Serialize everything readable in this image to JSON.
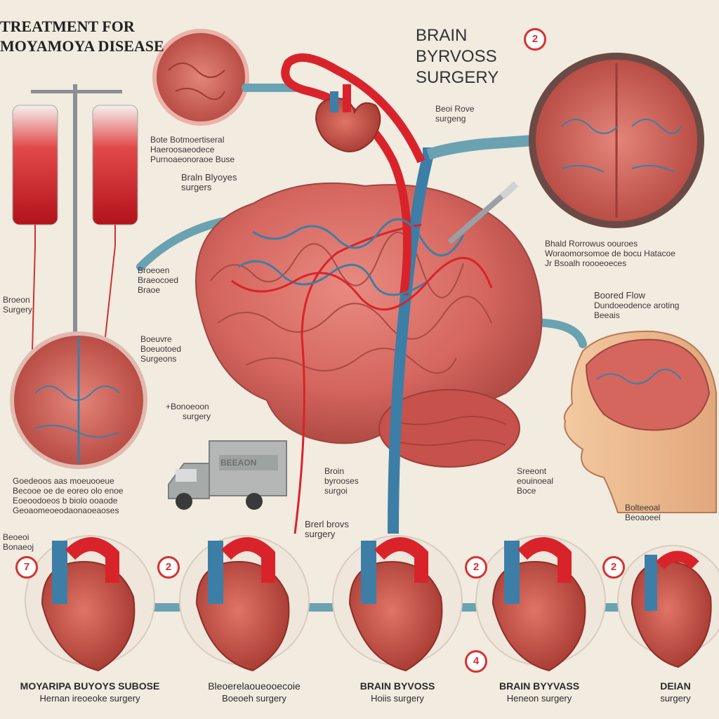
{
  "header": {
    "title_line1": "TREATMENT FOR",
    "title_line2": "MOYAMOYA DISEASE",
    "main_title_line1": "BRAIN",
    "main_title_line2": "BYRVOSS",
    "main_title_line3": "SURGERY"
  },
  "labels": {
    "top_right_small": [
      "Beoi Rove",
      "surgeng"
    ],
    "center_left_block": [
      "Bote Botmoertiseral",
      "Haeroosaeodece",
      "Purnoaeonoraoe Buse"
    ],
    "brain_bypass_left": "Braln Blyoyes",
    "brain_bypass_left_2": "surgers",
    "left_brain_label": [
      "Broeon",
      "Surgery"
    ],
    "mid_left_block": [
      "Broeoen",
      "Braeocoed",
      "Braoe"
    ],
    "mid_left_block_2": [
      "Boeuvre",
      "Boeuotoed",
      "Surgeons"
    ],
    "left_surgery_arrow": "+Bonoeoon",
    "left_surgery_arrow_2": "surgery",
    "right_side_block": [
      "Bhald Rorrowus oouroes",
      "Woraomorsomoe de bocu Hatacoe",
      "Jr Bsoalh roooeoeces"
    ],
    "blood_flow_label": "Boored Flow",
    "blood_flow_sub": "Dundoeodence aroting",
    "blood_flow_sub2": "Beeais",
    "center_brain_label": [
      "Broin",
      "byrooses",
      "surgoi"
    ],
    "right_head_label": [
      "Sreeont",
      "eouinoeal",
      "Boce"
    ],
    "right_head_label_2": [
      "Bolteeoal",
      "Beoaoeel"
    ],
    "center_low_label": [
      "Brerl brovs",
      "surgery"
    ],
    "bottom_left_paragraph": [
      "Goedeoos aas moeuooeue",
      "Becooe oe de eoreo olo enoe",
      "Eoeoodoeos b biolo ooaode",
      "Geoaomeoeodaonaoeaoses"
    ],
    "bottom_left_small": [
      "Beoeoi",
      "Bonaeoj"
    ]
  },
  "truck": {
    "sign": "BEEAON"
  },
  "badges": [
    "2",
    "2",
    "7",
    "2",
    "2",
    "2",
    "4"
  ],
  "bottom_captions": [
    {
      "title": "MOYARIPA BUYOYS SUBOSE",
      "sub": "Hernan ireoeoke surgery"
    },
    {
      "title": "Bleoerelaoueooecoie",
      "sub": "Boeoeh surgery"
    },
    {
      "title": "BRAIN BYVOSS",
      "sub": "Hoiis surgery"
    },
    {
      "title": "BRAIN BYYVASS",
      "sub": "Heneon surgery"
    },
    {
      "title": "DEIAN",
      "sub": "surgery"
    }
  ],
  "colors": {
    "background": "#f1ebe0",
    "artery": "#d9232a",
    "vein": "#3d7ea6",
    "brain": "#d4665e",
    "arrow": "#6aa2b2",
    "badge": "#d8312f"
  }
}
